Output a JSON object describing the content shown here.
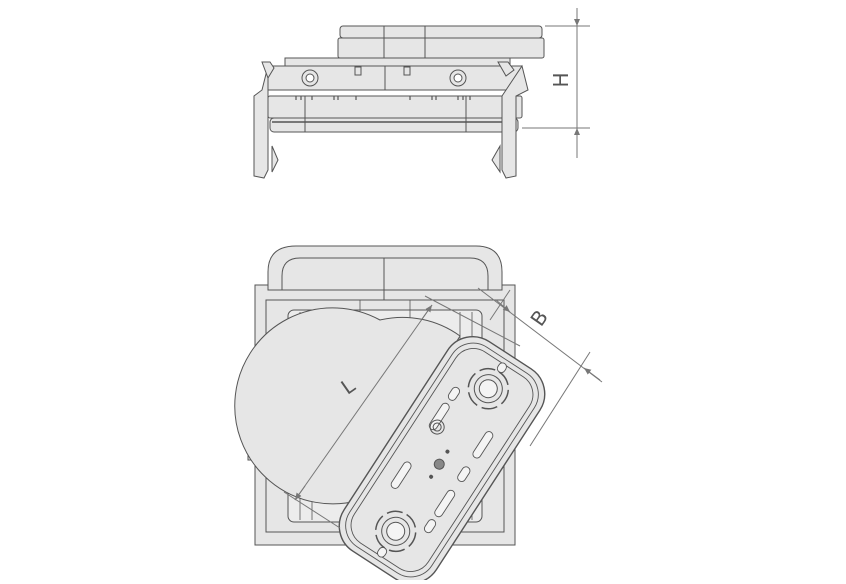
{
  "drawing": {
    "type": "technical-drawing",
    "subject": "vacuum suction cup on swivel mount",
    "views": [
      {
        "name": "side-view",
        "dimension_label": "H"
      },
      {
        "name": "top-view",
        "dimension_labels": [
          "L",
          "B"
        ]
      }
    ]
  },
  "labels": {
    "height": "H",
    "length": "L",
    "width": "B"
  },
  "colors": {
    "fill": "#e6e6e6",
    "line": "#555555",
    "dim_line": "#777777",
    "background": "#ffffff"
  }
}
